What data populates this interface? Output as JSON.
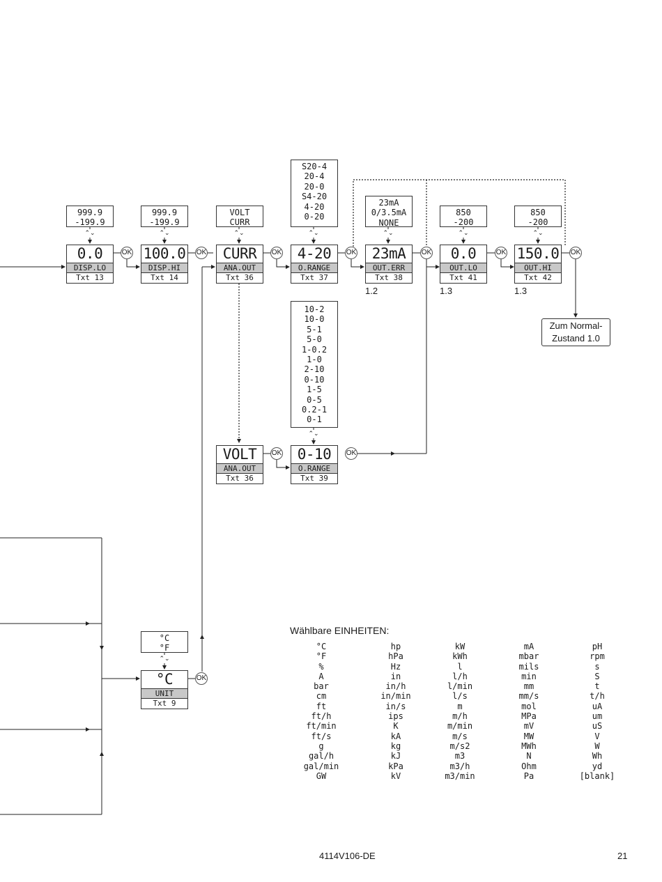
{
  "menus": {
    "disp_lo": {
      "value": "0.0",
      "label": "DISP.LO",
      "txt": "Txt 13",
      "options": [
        "999.9",
        "-199.9"
      ]
    },
    "disp_hi": {
      "value": "100.0",
      "label": "DISP.HI",
      "txt": "Txt 14",
      "options": [
        "999.9",
        "-199.9"
      ]
    },
    "ana_out_curr": {
      "value": "CURR",
      "label": "ANA.OUT",
      "txt": "Txt 36",
      "options": [
        "VOLT",
        "CURR"
      ]
    },
    "o_range_curr": {
      "value": "4-20",
      "label": "O.RANGE",
      "txt": "Txt 37",
      "options": [
        "S20-4",
        "20-4",
        "20-0",
        "S4-20",
        "4-20",
        "0-20"
      ]
    },
    "out_err": {
      "value": "23mA",
      "label": "OUT.ERR",
      "txt": "Txt 38",
      "options": [
        "23mA",
        "0/3.5mA",
        "NONE"
      ],
      "step": "1.2"
    },
    "out_lo": {
      "value": "0.0",
      "label": "OUT.LO",
      "txt": "Txt 41",
      "options": [
        "850",
        "-200"
      ],
      "step": "1.3"
    },
    "out_hi": {
      "value": "150.0",
      "label": "OUT.HI",
      "txt": "Txt 42",
      "options": [
        "850",
        "-200"
      ],
      "step": "1.3"
    },
    "ana_out_volt": {
      "value": "VOLT",
      "label": "ANA.OUT",
      "txt": "Txt 36"
    },
    "o_range_volt": {
      "value": "0-10",
      "label": "O.RANGE",
      "txt": "Txt 39",
      "options": [
        "10-2",
        "10-0",
        "5-1",
        "5-0",
        "1-0.2",
        "1-0",
        "2-10",
        "0-10",
        "1-5",
        "0-5",
        "0.2-1",
        "0-1"
      ]
    },
    "unit": {
      "value": "°C",
      "label": "UNIT",
      "txt": "Txt 9",
      "options": [
        "°C",
        "°F"
      ]
    }
  },
  "ok_label": "OK",
  "updown_glyph": "^v",
  "normal_state": {
    "line1": "Zum Normal-",
    "line2": "Zustand 1.0"
  },
  "units": {
    "title": "Wählbare EINHEITEN:",
    "columns": [
      [
        "°C",
        "°F",
        "%",
        "A",
        "bar",
        "cm",
        "ft",
        "ft/h",
        "ft/min",
        "ft/s",
        "g",
        "gal/h",
        "gal/min",
        "GW"
      ],
      [
        "hp",
        "hPa",
        "Hz",
        "in",
        "in/h",
        "in/min",
        "in/s",
        "ips",
        "K",
        "kA",
        "kg",
        "kJ",
        "kPa",
        "kV"
      ],
      [
        "kW",
        "kWh",
        "l",
        "l/h",
        "l/min",
        "l/s",
        "m",
        "m/h",
        "m/min",
        "m/s",
        "m/s2",
        "m3",
        "m3/h",
        "m3/min"
      ],
      [
        "mA",
        "mbar",
        "mils",
        "min",
        "mm",
        "mm/s",
        "mol",
        "MPa",
        "mV",
        "MW",
        "MWh",
        "N",
        "Ohm",
        "Pa"
      ],
      [
        "pH",
        "rpm",
        "s",
        "S",
        "t",
        "t/h",
        "uA",
        "um",
        "uS",
        "V",
        "W",
        "Wh",
        "yd",
        "[blank]"
      ]
    ]
  },
  "footer": {
    "code": "4114V106-DE",
    "page": "21"
  }
}
